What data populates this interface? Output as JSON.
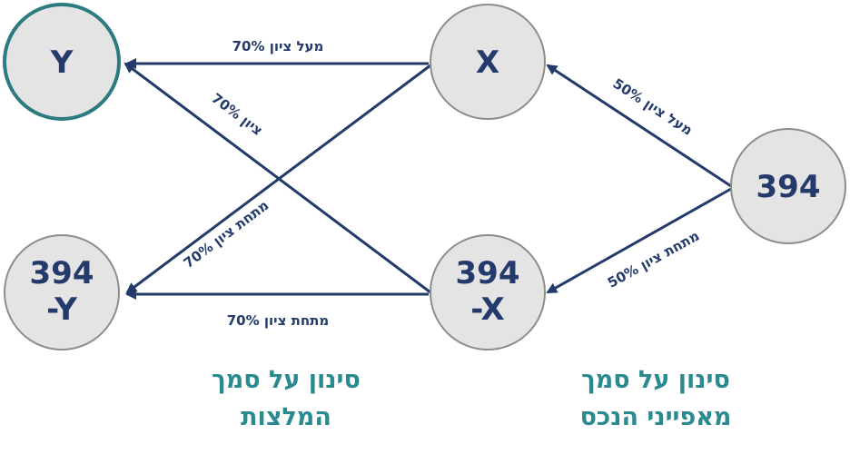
{
  "nodes": {
    "y": "Y",
    "x": "X",
    "root": "394",
    "not_x_line1": "394",
    "not_x_line2": "-X",
    "not_y_line1": "394",
    "not_y_line2": "-Y"
  },
  "edges": {
    "x_to_y": "מעל ציון 70%",
    "notx_to_y": "ציון 70%",
    "x_to_noty": "מתחת ציון 70%",
    "notx_to_noty": "מתחת ציון 70%",
    "root_to_x": "מעל ציון 50%",
    "root_to_notx": "מתחת ציון 50%"
  },
  "captions": {
    "left_line1": "סינון על סמך",
    "left_line2": "המלצות",
    "right_line1": "סינון על סמך",
    "right_line2": "מאפייני הנכס"
  },
  "colors": {
    "navy": "#233a6b",
    "teal": "#2b8a8f",
    "node_fill": "#e4e4e4"
  }
}
